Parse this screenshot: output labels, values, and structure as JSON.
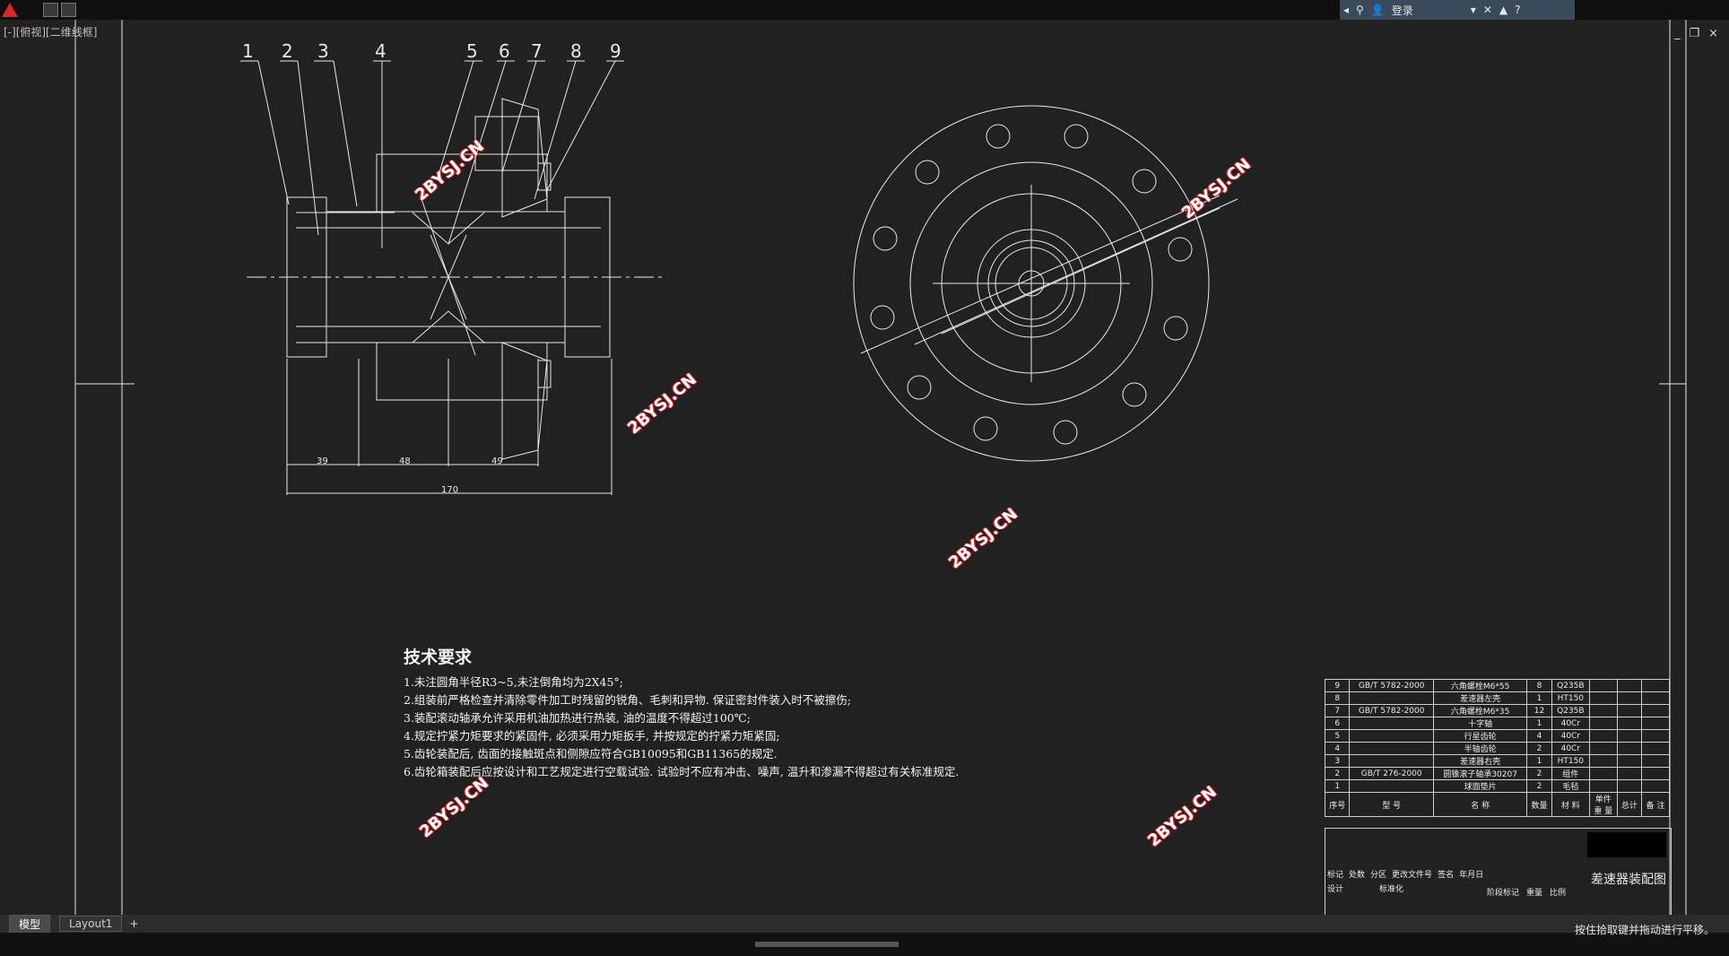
{
  "app": {
    "view_label": "[-][俯视][二维线框]",
    "login_label": "登录",
    "window_controls": {
      "minimize": "_",
      "restore": "❐",
      "close": "×"
    }
  },
  "drawing": {
    "part_numbers": [
      "1",
      "2",
      "3",
      "4",
      "5",
      "6",
      "7",
      "8",
      "9"
    ],
    "dimensions": [
      "39",
      "48",
      "49",
      "170"
    ],
    "watermark": "2BYSJ.CN",
    "tech_title": "技术要求",
    "tech_requirements": [
      "1.未注圆角半径R3~5,未注倒角均为2X45°;",
      "2.组装前严格检查并清除零件加工时残留的锐角、毛刺和异物. 保证密封件装入时不被擦伤;",
      "3.装配滚动轴承允许采用机油加热进行热装, 油的温度不得超过100℃;",
      "4.规定拧紧力矩要求的紧固件, 必须采用力矩扳手, 并按规定的拧紧力矩紧固;",
      "5.齿轮装配后, 齿面的接触斑点和侧隙应符合GB10095和GB11365的规定.",
      "6.齿轮箱装配后应按设计和工艺规定进行空载试验. 试验时不应有冲击、噪声, 温升和渗漏不得超过有关标准规定."
    ]
  },
  "bom": {
    "rows": [
      {
        "no": "9",
        "code": "GB/T 5782-2000",
        "name": "六角螺栓M6*55",
        "qty": "8",
        "material": "Q235B"
      },
      {
        "no": "8",
        "code": "",
        "name": "差速器左壳",
        "qty": "1",
        "material": "HT150"
      },
      {
        "no": "7",
        "code": "GB/T 5782-2000",
        "name": "六角螺栓M6*35",
        "qty": "12",
        "material": "Q235B"
      },
      {
        "no": "6",
        "code": "",
        "name": "十字轴",
        "qty": "1",
        "material": "40Cr"
      },
      {
        "no": "5",
        "code": "",
        "name": "行星齿轮",
        "qty": "4",
        "material": "40Cr"
      },
      {
        "no": "4",
        "code": "",
        "name": "半轴齿轮",
        "qty": "2",
        "material": "40Cr"
      },
      {
        "no": "3",
        "code": "",
        "name": "差速器右壳",
        "qty": "1",
        "material": "HT150"
      },
      {
        "no": "2",
        "code": "GB/T 276-2000",
        "name": "圆锥滚子轴承30207",
        "qty": "2",
        "material": "组件"
      },
      {
        "no": "1",
        "code": "",
        "name": "球面垫片",
        "qty": "2",
        "material": "毛毡"
      }
    ],
    "header": {
      "no": "序号",
      "code": "型   号",
      "name": "名   称",
      "qty": "数量",
      "material": "材   料",
      "unit_weight": "单件",
      "total_weight": "总计",
      "weight": "重 量",
      "remark": "备 注"
    }
  },
  "titleblock": {
    "labels": [
      "标记",
      "处数",
      "分区",
      "更改文件号",
      "签名",
      "年月日",
      "设计",
      "标准化",
      "阶段标记",
      "重量",
      "比例"
    ],
    "drawing_name": "差速器装配图"
  },
  "tabs": [
    "模型",
    "Layout1"
  ],
  "status_text": "按住拾取键并拖动进行平移。"
}
